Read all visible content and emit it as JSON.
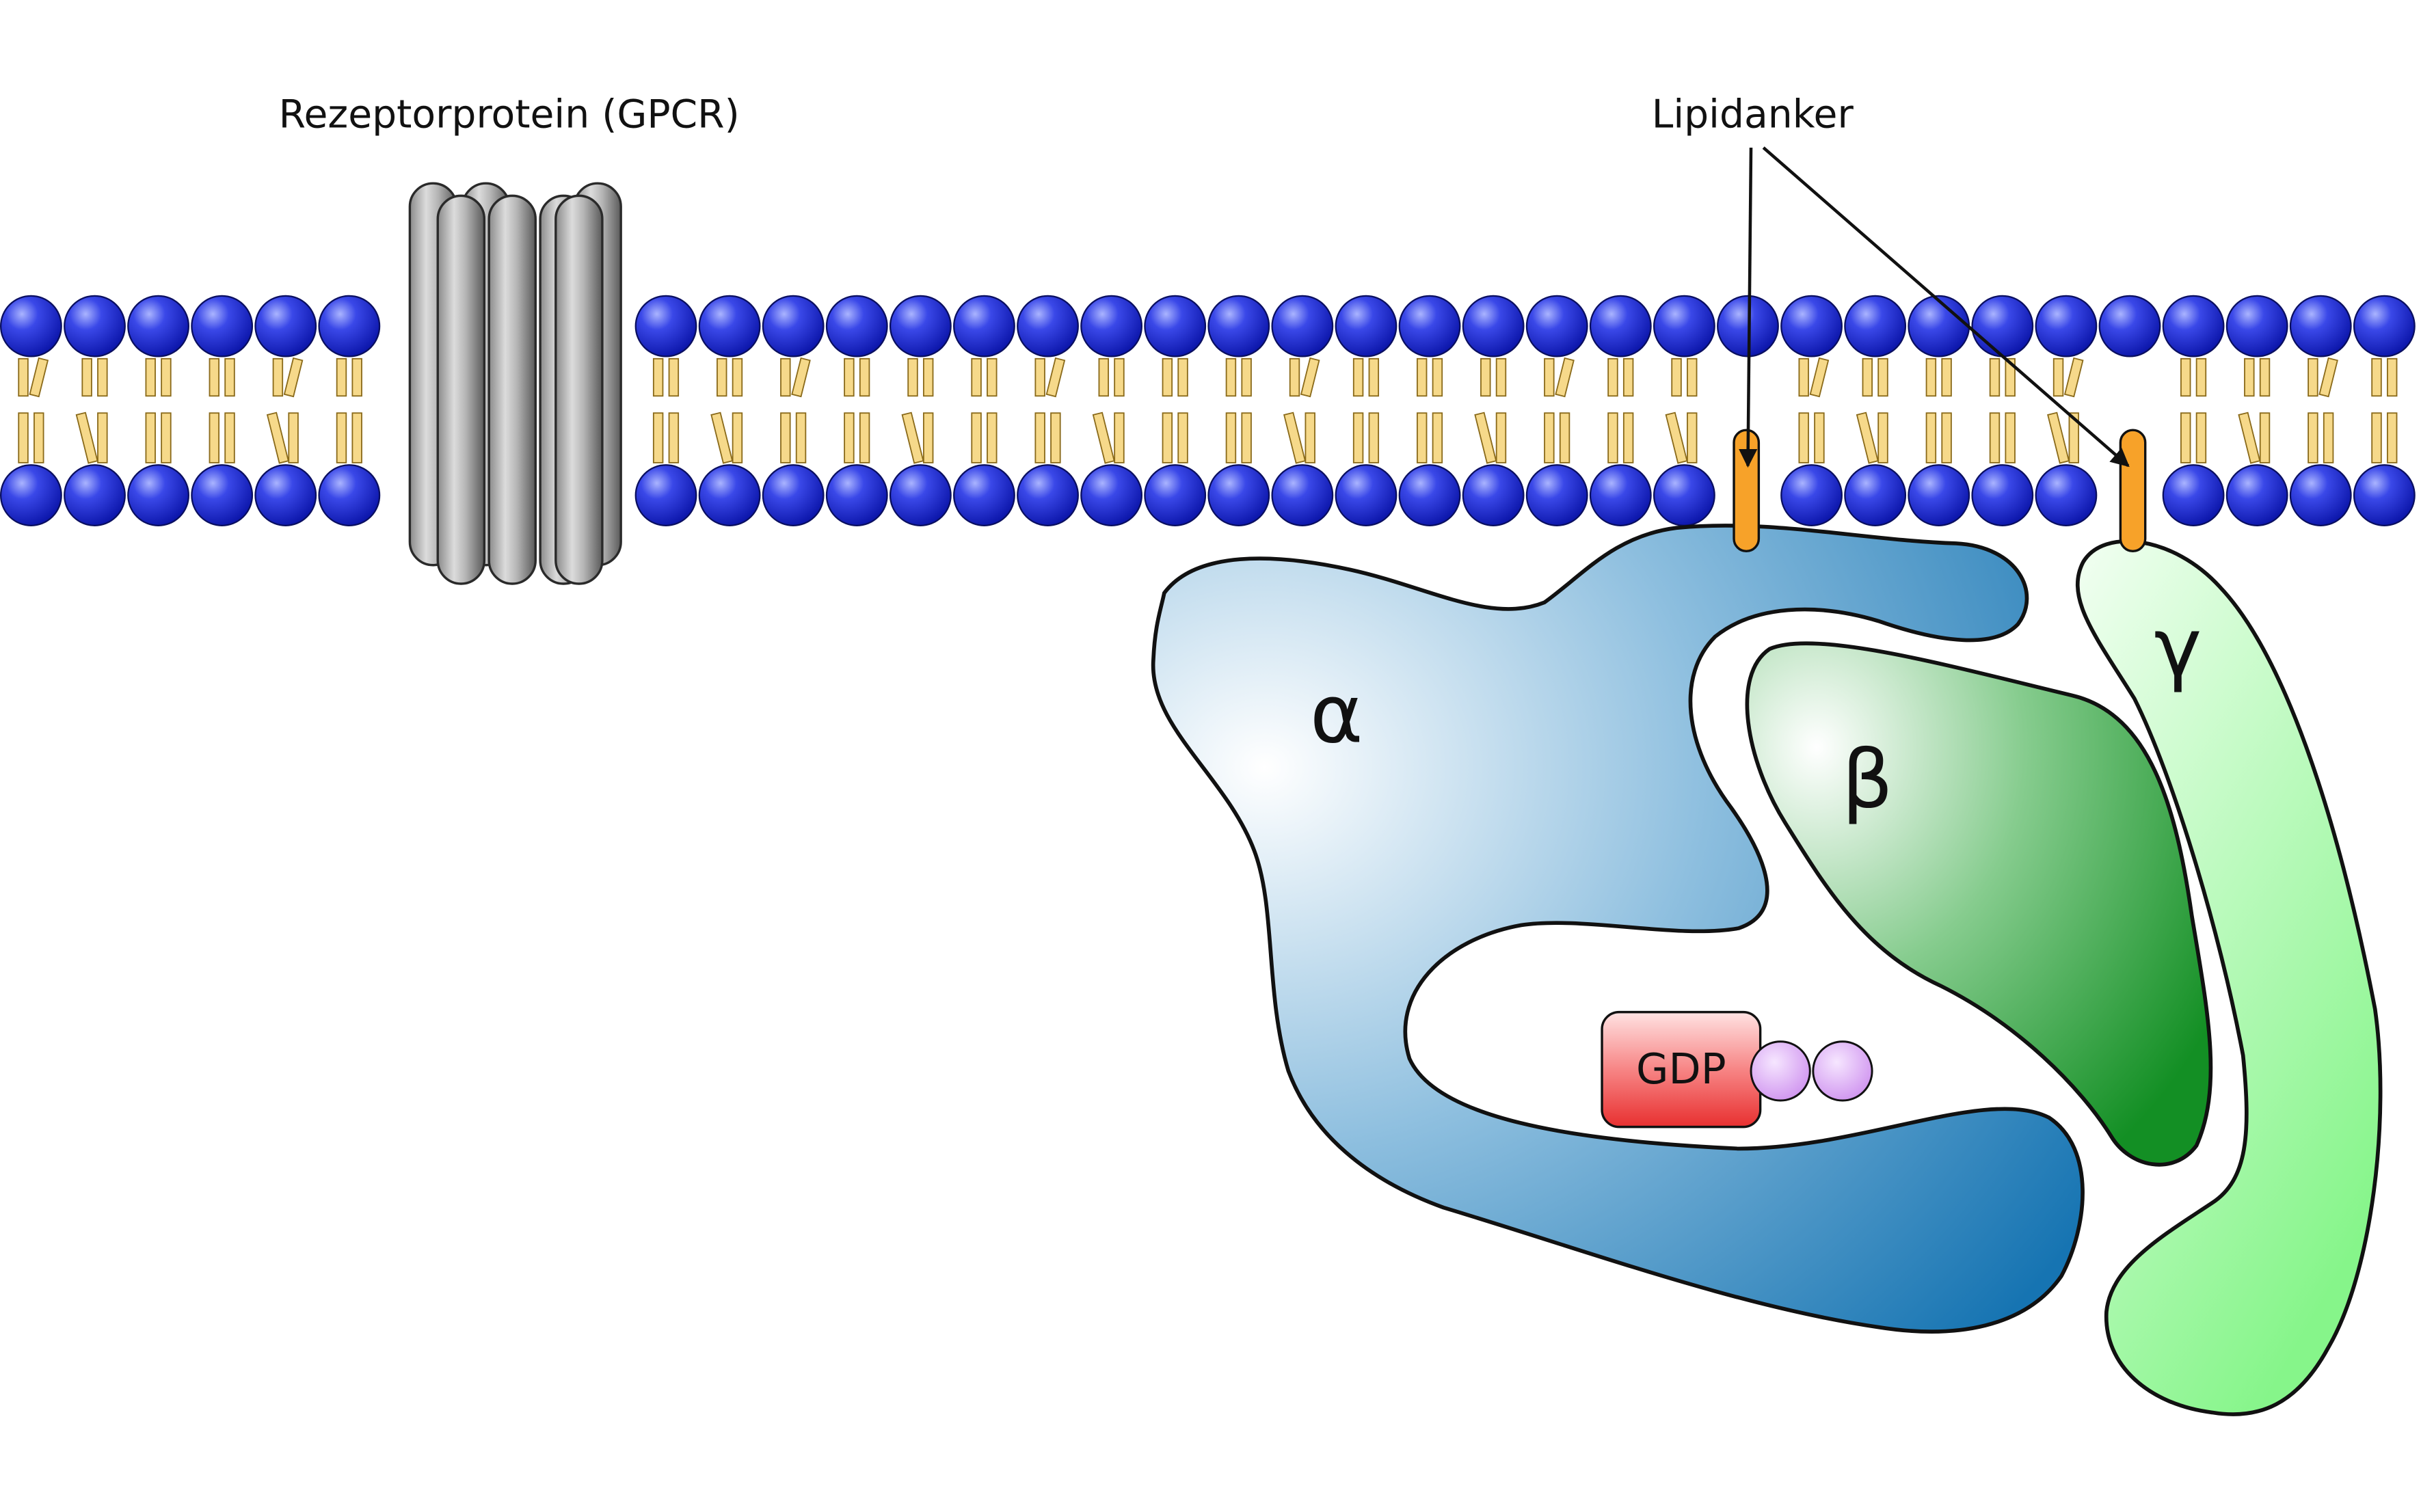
{
  "labels": {
    "receptor": "Rezeptorprotein (GPCR)",
    "anchor": "Lipidanker",
    "alpha": "α",
    "beta": "β",
    "gamma": "γ",
    "gdp": "GDP"
  },
  "colors": {
    "head_blue": "#1f2fd0",
    "tail_yellow": "#f6d98a",
    "anchor_orange": "#f7a229",
    "alpha_blue": "#1f78b4",
    "beta_green": "#1e9a2e",
    "gamma_green": "#86f58a",
    "gdp_red": "#ee3b3b",
    "phosphate_violet": "#d9a6f2"
  }
}
